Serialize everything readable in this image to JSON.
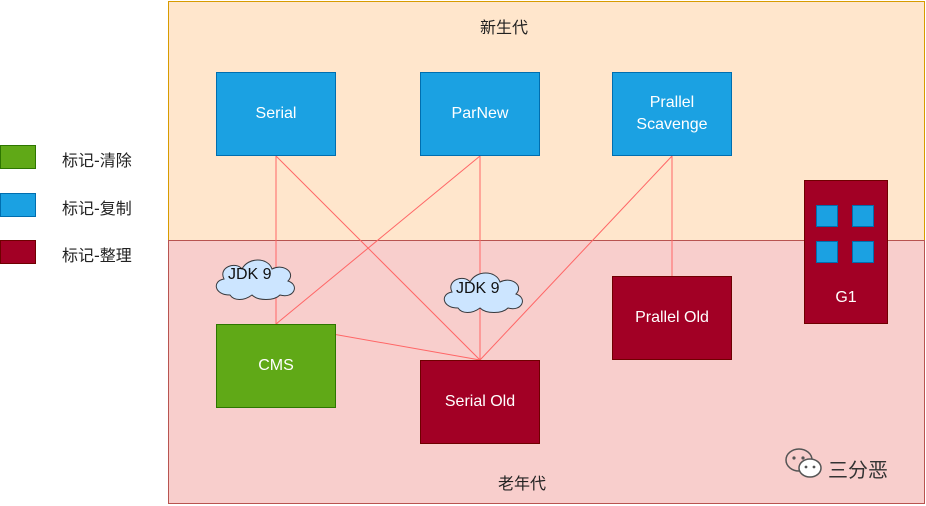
{
  "regions": {
    "young_label": "新生代",
    "old_label": "老年代"
  },
  "legend": [
    {
      "label": "标记-清除",
      "color": "#60a917"
    },
    {
      "label": "标记-复制",
      "color": "#1ba1e2"
    },
    {
      "label": "标记-整理",
      "color": "#a20025"
    }
  ],
  "collectors": {
    "serial": "Serial",
    "parnew": "ParNew",
    "prallel_scavenge_line1": "Prallel",
    "prallel_scavenge_line2": "Scavenge",
    "cms": "CMS",
    "serial_old": "Serial Old",
    "prallel_old": "Prallel Old",
    "g1": "G1"
  },
  "notes": {
    "jdk9_left": "JDK 9",
    "jdk9_middle": "JDK 9"
  },
  "watermark": {
    "text": "三分恶"
  },
  "colors": {
    "young_fill": "#ffe6cc",
    "old_fill": "#f8cecc",
    "connector": "#ff6666"
  }
}
